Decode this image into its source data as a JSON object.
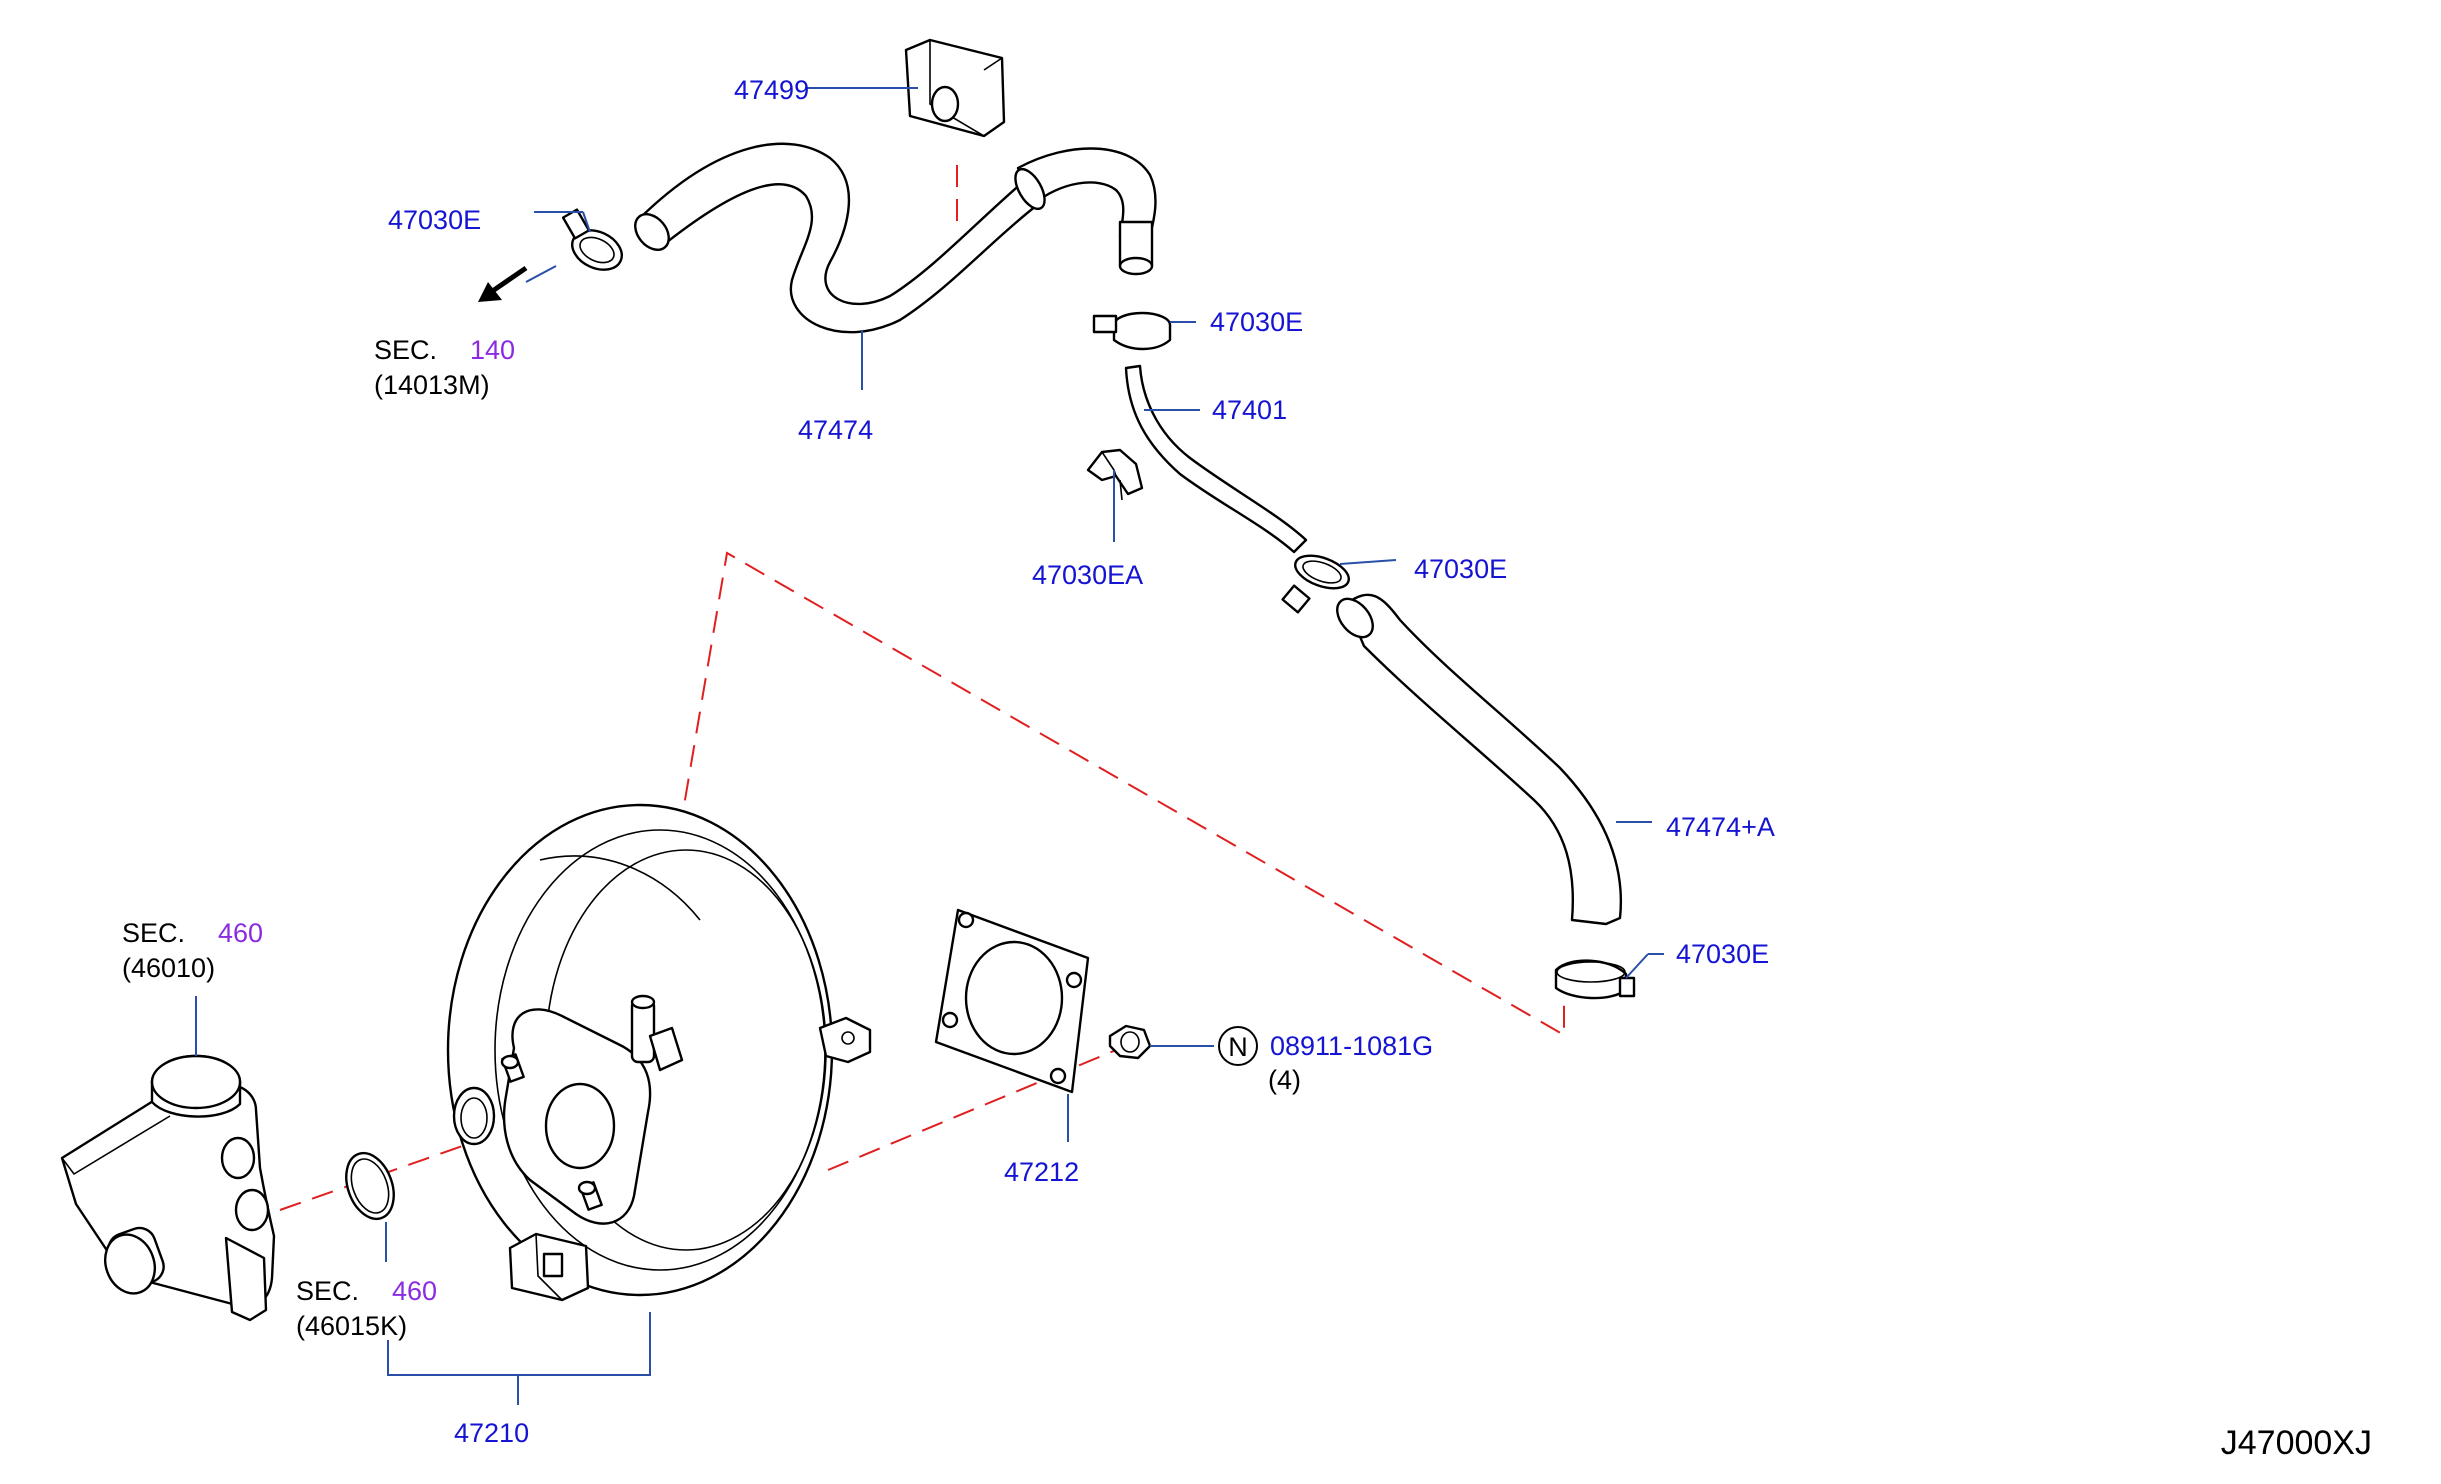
{
  "diagram_code": "J47000XJ",
  "labels": {
    "p47499": "47499",
    "p47030e_a": "47030E",
    "p47474": "47474",
    "p47030e_b": "47030E",
    "p47401": "47401",
    "p47030ea": "47030EA",
    "p47030e_c": "47030E",
    "p47474a": "47474+A",
    "p47030e_d": "47030E",
    "p08911": "08911-1081G",
    "p08911_qty": "(4)",
    "p08911_symbol": "N",
    "p47212": "47212",
    "p47210": "47210"
  },
  "sections": {
    "sec140": {
      "prefix": "SEC.",
      "num": "140",
      "ref": "(14013M)"
    },
    "sec460_top": {
      "prefix": "SEC.",
      "num": "460",
      "ref": "(46010)"
    },
    "sec460_bottom": {
      "prefix": "SEC.",
      "num": "460",
      "ref": "(46015K)"
    }
  },
  "colors": {
    "label": "#1414d2",
    "section_number": "#8a2be2",
    "leader": "#2a4fa8",
    "dashed": "#e02020",
    "part_line": "#000000"
  }
}
